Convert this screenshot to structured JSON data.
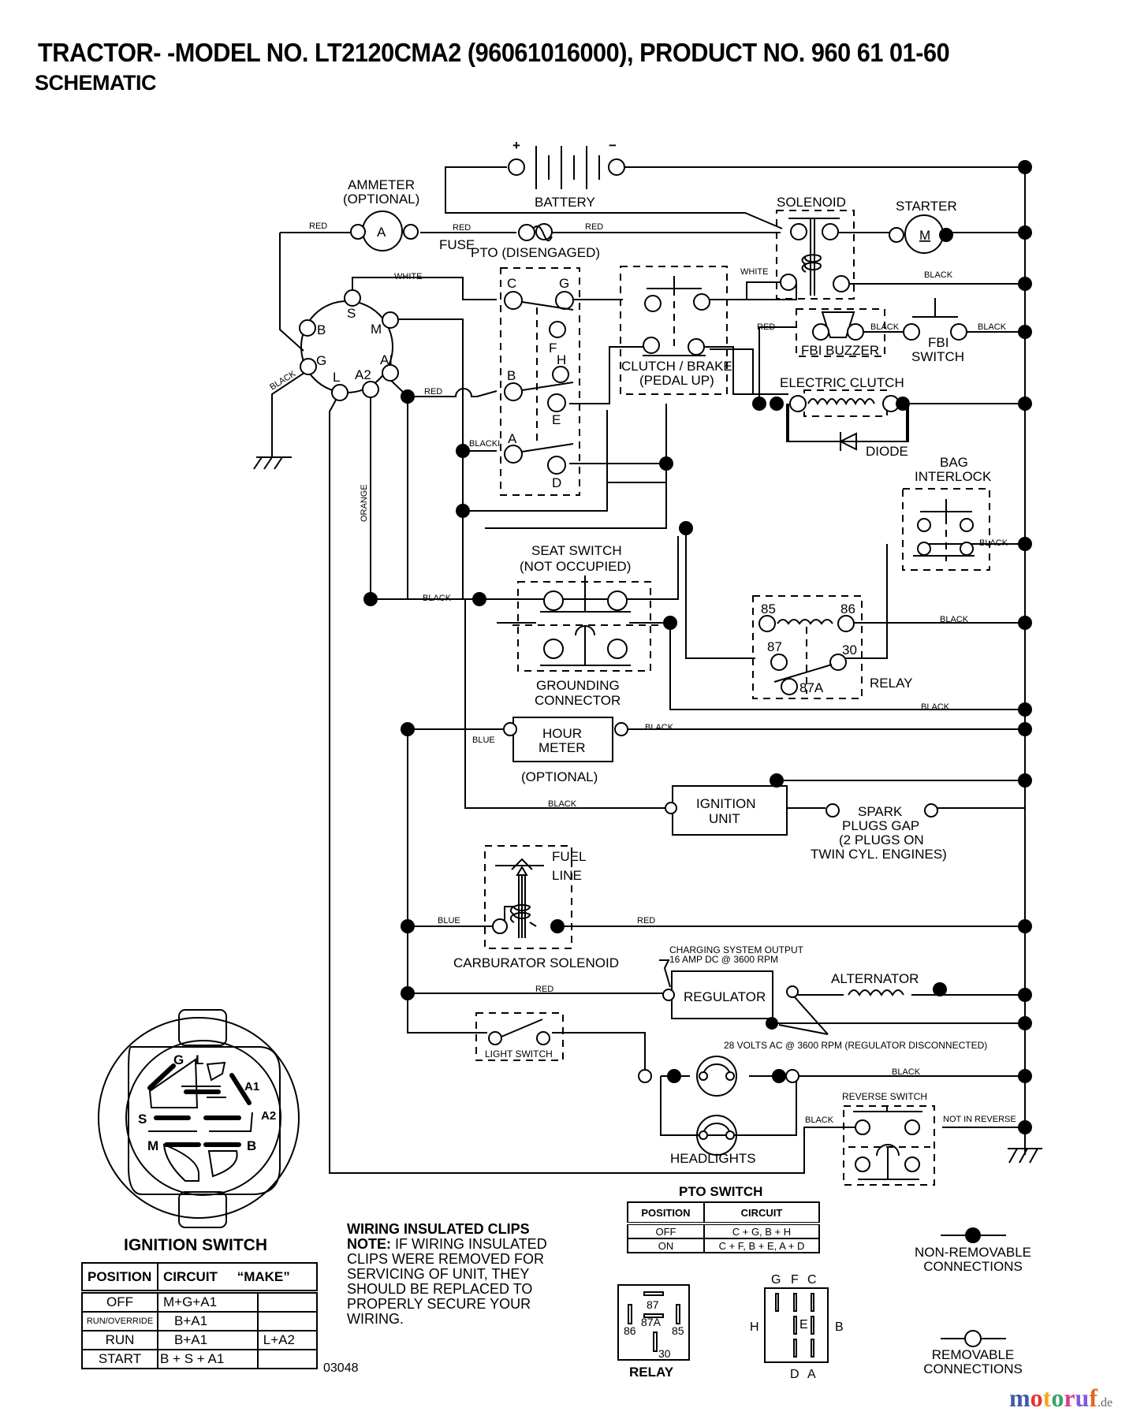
{
  "header": {
    "title": "TRACTOR- -MODEL NO. LT2120CMA2 (96061016000), PRODUCT NO. 960 61 01-60",
    "subtitle": "SCHEMATIC"
  },
  "components": {
    "battery": "BATTERY",
    "battery_pos": "+",
    "battery_neg": "−",
    "ammeter_1": "AMMETER",
    "ammeter_2": "(OPTIONAL)",
    "ammeter_symbol": "A",
    "fuse": "FUSE",
    "pto": "PTO (DISENGAGED)",
    "solenoid": "SOLENOID",
    "starter": "STARTER",
    "starter_symbol": "M",
    "clutch_brake_1": "CLUTCH / BRAKE",
    "clutch_brake_2": "(PEDAL UP)",
    "fbi_buzzer": "FBI BUZZER",
    "fbi_switch_1": "FBI",
    "fbi_switch_2": "SWITCH",
    "electric_clutch": "ELECTRIC CLUTCH",
    "diode": "DIODE",
    "bag_interlock_1": "BAG",
    "bag_interlock_2": "INTERLOCK",
    "seat_switch_1": "SEAT SWITCH",
    "seat_switch_2": "(NOT OCCUPIED)",
    "grounding_1": "GROUNDING",
    "grounding_2": "CONNECTOR",
    "relay": "RELAY",
    "hour_meter_1": "HOUR",
    "hour_meter_2": "METER",
    "hour_meter_3": "(OPTIONAL)",
    "ignition_unit_1": "IGNITION",
    "ignition_unit_2": "UNIT",
    "spark_1": "SPARK",
    "spark_2": "PLUGS GAP",
    "spark_3": "(2 PLUGS ON",
    "spark_4": "TWIN CYL. ENGINES)",
    "fuel_1": "FUEL",
    "fuel_2": "LINE",
    "carb_solenoid": "CARBURATOR SOLENOID",
    "charging_1": "CHARGING SYSTEM OUTPUT",
    "charging_2": "16 AMP DC @ 3600 RPM",
    "regulator": "REGULATOR",
    "alternator": "ALTERNATOR",
    "volts_ac": "28 VOLTS AC @ 3600 RPM (REGULATOR DISCONNECTED)",
    "light_switch": "LIGHT SWITCH",
    "headlights": "HEADLIGHTS",
    "reverse_switch": "REVERSE SWITCH",
    "not_in_reverse": "NOT IN REVERSE"
  },
  "ignition_terminals": [
    "S",
    "M",
    "B",
    "G",
    "L",
    "A2",
    "AI"
  ],
  "pto_terminals": [
    "C",
    "G",
    "F",
    "H",
    "B",
    "E",
    "A",
    "D"
  ],
  "relay_terminals": [
    "85",
    "86",
    "87",
    "30",
    "87A"
  ],
  "wire_colors": {
    "red": "RED",
    "white": "WHITE",
    "black": "BLACK",
    "black_i": "BLACKI",
    "orange": "ORANGE",
    "blue": "BLUE"
  },
  "ignition_switch": {
    "title": "IGNITION SWITCH",
    "face_labels": [
      "G",
      "L",
      "A1",
      "A2",
      "S",
      "M",
      "B"
    ],
    "headers": [
      "POSITION",
      "CIRCUIT",
      "“MAKE”"
    ],
    "rows": [
      {
        "position": "OFF",
        "circuit": "M+G+A1",
        "make": ""
      },
      {
        "position": "RUN/OVERRIDE",
        "circuit": "B+A1",
        "make": ""
      },
      {
        "position": "RUN",
        "circuit": "B+A1",
        "make": "L+A2"
      },
      {
        "position": "START",
        "circuit": "B + S + A1",
        "make": ""
      }
    ]
  },
  "pto_switch": {
    "title": "PTO SWITCH",
    "headers": [
      "POSITION",
      "CIRCUIT"
    ],
    "rows": [
      {
        "position": "OFF",
        "circuit": "C + G, B + H"
      },
      {
        "position": "ON",
        "circuit": "C + F, B + E, A + D"
      }
    ],
    "connector_top": [
      "G",
      "F",
      "C"
    ],
    "connector_left": "H",
    "connector_right": "B",
    "connector_center": "E",
    "connector_bottom": [
      "D",
      "A"
    ]
  },
  "relay_diagram": {
    "label": "RELAY",
    "pins": [
      "87",
      "87A",
      "86",
      "85",
      "30"
    ]
  },
  "note": {
    "heading": "WIRING INSULATED CLIPS",
    "lead": "NOTE:",
    "body": "IF WIRING INSULATED CLIPS WERE REMOVED FOR SERVICING OF UNIT, THEY SHOULD BE REPLACED TO PROPERLY SECURE YOUR WIRING."
  },
  "legend": {
    "non_removable_1": "NON-REMOVABLE",
    "non_removable_2": "CONNECTIONS",
    "removable_1": "REMOVABLE",
    "removable_2": "CONNECTIONS"
  },
  "figure_id": "03048",
  "watermark": {
    "text": "motoruf",
    "suffix": ".de",
    "colors": [
      "#3b5ba9",
      "#e3342f",
      "#f5a623",
      "#38a169",
      "#d53f8c",
      "#805ad5",
      "#dd6b20"
    ]
  }
}
